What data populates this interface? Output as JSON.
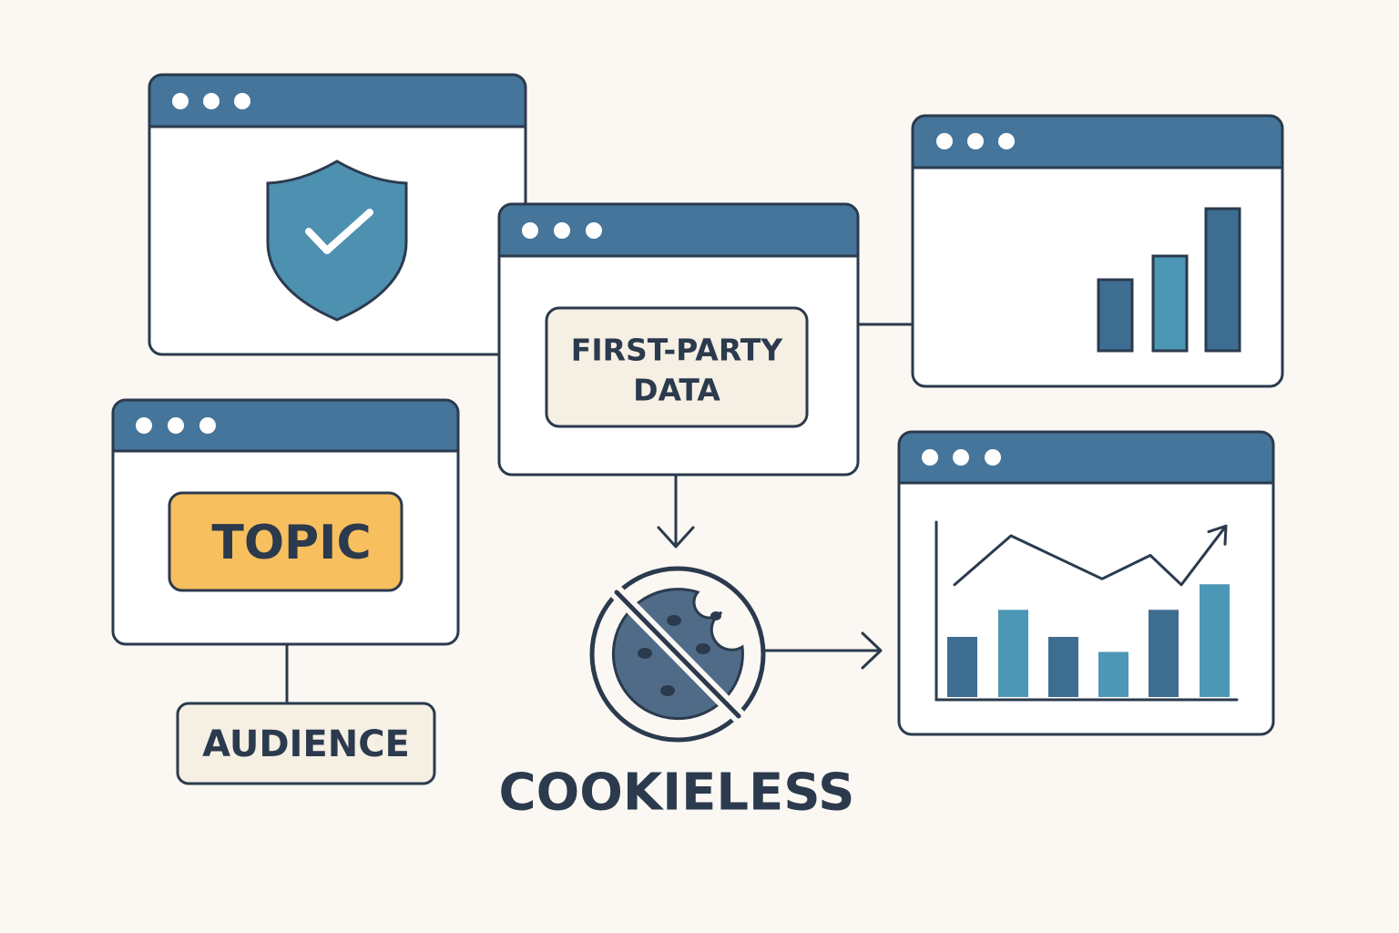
{
  "colors": {
    "background": "#FBF8F3",
    "outline": "#2B3A4D",
    "titlebar": "#45759A",
    "bar_dark": "#3E6D92",
    "bar_light": "#4C97B5",
    "shield": "#4D90B0",
    "topic_fill": "#F7BF5E",
    "label_fill": "#F5EFE4",
    "window_fill": "#FFFFFF",
    "cookie": "#4F6B87",
    "text": "#2B3A4D"
  },
  "labels": {
    "first_party_line1": "FIRST-PARTY",
    "first_party_line2": "DATA",
    "topic": "TOPIC",
    "audience": "AUDIENCE",
    "cookieless": "COOKIELESS"
  },
  "icons": {
    "security": "shield-check-icon",
    "no_cookie": "no-cookie-icon",
    "arrow": "arrow-right-icon"
  },
  "chart_data": [
    {
      "type": "bar",
      "values": [
        3,
        4,
        6
      ]
    },
    {
      "type": "bar",
      "values": [
        4,
        5.8,
        4,
        3,
        5.8,
        7.5
      ],
      "overlay_line": [
        5.5,
        8,
        5.8,
        7,
        5.5,
        8.5
      ]
    }
  ]
}
